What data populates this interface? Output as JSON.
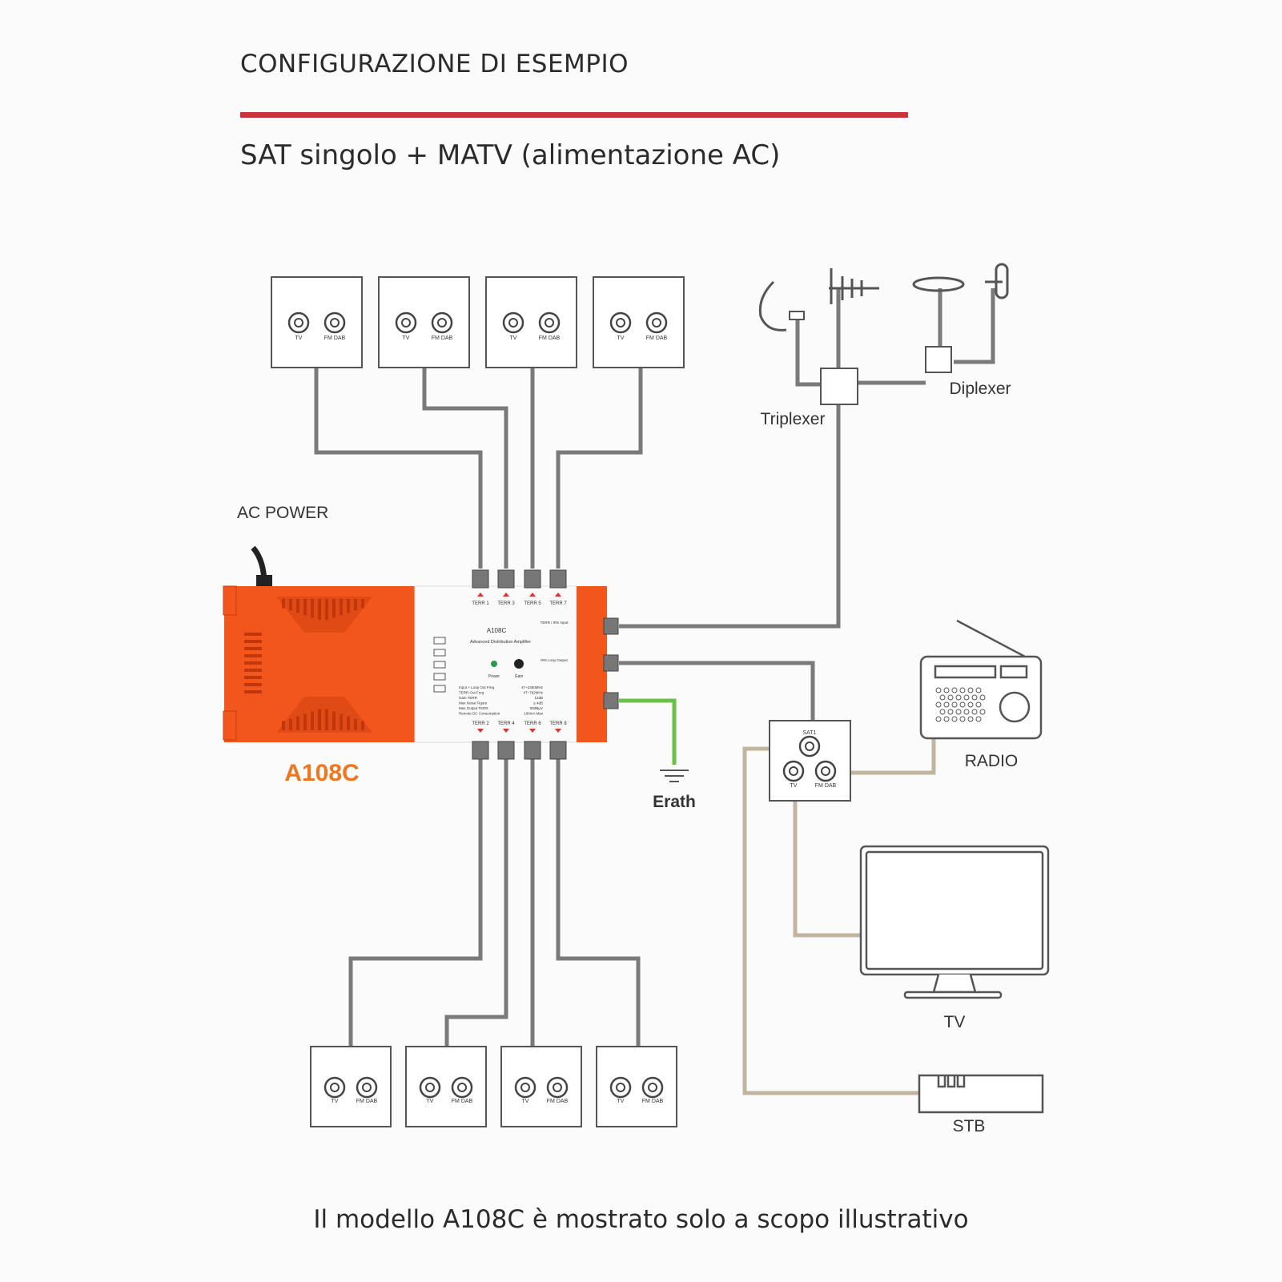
{
  "header": {
    "title": "CONFIGURAZIONE DI ESEMPIO",
    "subtitle": "SAT singolo + MATV (alimentazione AC)"
  },
  "footer": {
    "note": "Il modello A108C è mostrato solo a scopo illustrativo"
  },
  "diagram": {
    "labels": {
      "ac_power": "AC POWER",
      "model": "A108C",
      "earth": "Erath",
      "triplexer": "Triplexer",
      "diplexer": "Diplexer",
      "radio": "RADIO",
      "tv": "TV",
      "stb": "STB"
    },
    "outlet": {
      "tv": "TV",
      "fm_dab": "FM DAB",
      "sat": "SAT1"
    },
    "device": {
      "model_label": "A108C",
      "subtitle": "Advanced Distribution Amplifier",
      "top_ports": [
        "TERR 1",
        "TERR 3",
        "TERR 5",
        "TERR 7"
      ],
      "bottom_ports": [
        "TERR 2",
        "TERR 4",
        "TERR 6",
        "TERR 8"
      ],
      "input_label": "TERR / IRS Input",
      "loop_label": "IRS Loop Output",
      "power_label": "Power",
      "gain_label": "Gain",
      "specs": [
        [
          "Input + Loop Out Freq",
          "47~2350MHz"
        ],
        [
          "TERR Out Freq",
          "47~782MHz"
        ],
        [
          "Gain TERR",
          "12dB"
        ],
        [
          "Max Noise Figure",
          "≤ 4dB"
        ],
        [
          "Max Output TERR",
          "90dBμV"
        ],
        [
          "Remote DC Consumption",
          "100mA Max"
        ]
      ]
    },
    "colors": {
      "accent_red": "#c9343a",
      "device_orange": "#f2561d",
      "cable_gray": "#7a7a7a",
      "cable_tan": "#c2b5a0",
      "earth_green": "#6cc04a"
    }
  }
}
